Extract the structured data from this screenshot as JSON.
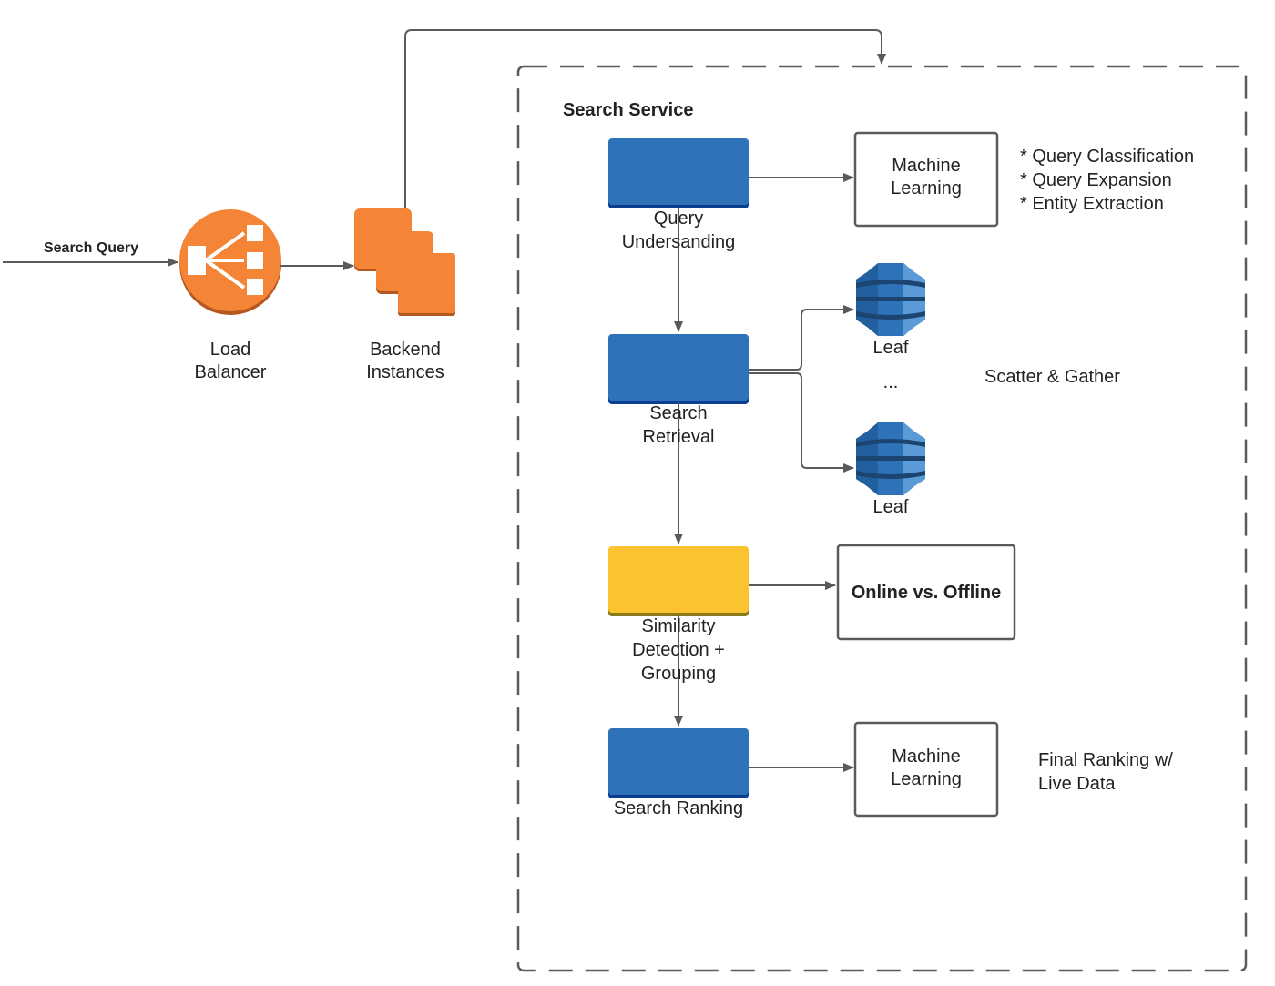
{
  "colors": {
    "orange": "#f58536",
    "blue": "#2e73b8",
    "yellow": "#fbc330",
    "line": "#5a5a5a"
  },
  "input": {
    "label": "Search Query"
  },
  "load_balancer": {
    "icon": "load-balancer-icon",
    "lines": [
      "Load",
      "Balancer"
    ]
  },
  "backend": {
    "icon": "instances-icon",
    "lines": [
      "Backend",
      "Instances"
    ]
  },
  "service": {
    "title": "Search Service"
  },
  "query_understanding": {
    "lines": [
      "Query",
      "Undersanding"
    ]
  },
  "ml_top": {
    "lines": [
      "Machine",
      "Learning"
    ]
  },
  "ml_notes": [
    "* Query Classification",
    "* Query Expansion",
    "* Entity Extraction"
  ],
  "search_retrieval": {
    "lines": [
      "Search",
      "Retrieval"
    ]
  },
  "leaves": [
    {
      "label": "Leaf",
      "icon": "database-icon"
    },
    {
      "label": "Leaf",
      "icon": "database-icon"
    }
  ],
  "ellipsis": "...",
  "scatter_note": "Scatter & Gather",
  "similarity": {
    "lines": [
      "Similarity",
      "Detection +",
      "Grouping"
    ]
  },
  "online_offline": {
    "label": "Online vs. Offline"
  },
  "search_ranking": {
    "label": "Search Ranking"
  },
  "ml_bottom": {
    "lines": [
      "Machine",
      "Learning"
    ]
  },
  "ranking_note": [
    "Final Ranking w/",
    "Live Data"
  ]
}
